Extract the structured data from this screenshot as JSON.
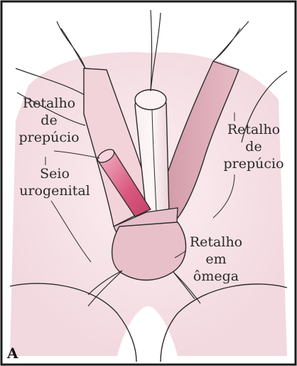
{
  "figure": {
    "panel_letter": "A",
    "labels": {
      "retalho_prepucio_left": [
        "Retalho",
        "de",
        "prepúcio"
      ],
      "seio_urogenital": [
        "Seio",
        "urogenital"
      ],
      "retalho_prepucio_right": [
        "Retalho",
        "de",
        "prepúcio"
      ],
      "retalho_omega": [
        "Retalho",
        "em",
        "ômega"
      ]
    }
  },
  "colors": {
    "skin_light": "#f7e6ea",
    "skin_mid": "#e8c3cc",
    "flap_dark": "#c98a9a",
    "sinus": "#d9587e",
    "outline": "#2b2b2b",
    "border": "#1a1a1a"
  }
}
